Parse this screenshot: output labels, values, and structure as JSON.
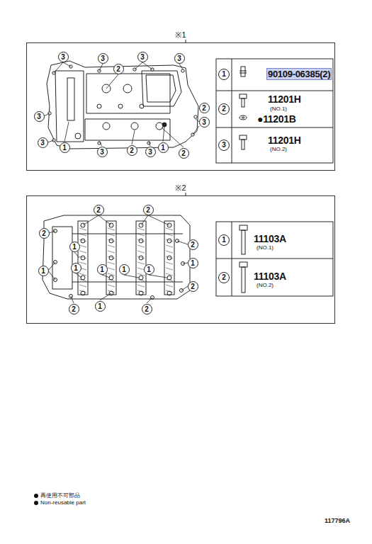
{
  "diagram": {
    "nodes": [
      {
        "text": [
          "※1"
        ]
      },
      {
        "text": [
          "※2"
        ]
      }
    ],
    "labels": [
      "3",
      "3",
      "3",
      "3",
      "2",
      "3",
      "3",
      "1",
      "3",
      "2",
      "3",
      "1",
      "2",
      "3",
      "2",
      "1",
      "90109-06385(2)",
      "2",
      "11201H",
      "(NO.1)",
      "●11201B",
      "3",
      "11201H",
      "(NO.2)",
      "2",
      "2",
      "2",
      "2",
      "1",
      "1",
      "1",
      "1",
      "1",
      "1",
      "1",
      "2",
      "2",
      "1",
      "2",
      "1",
      "11103A",
      "(NO.1)",
      "2",
      "11103A",
      "(NO.2)",
      "117796A"
    ],
    "legend": [
      {
        "text": "再使用不可部品"
      },
      {
        "text": "Non-reusable part"
      }
    ]
  }
}
